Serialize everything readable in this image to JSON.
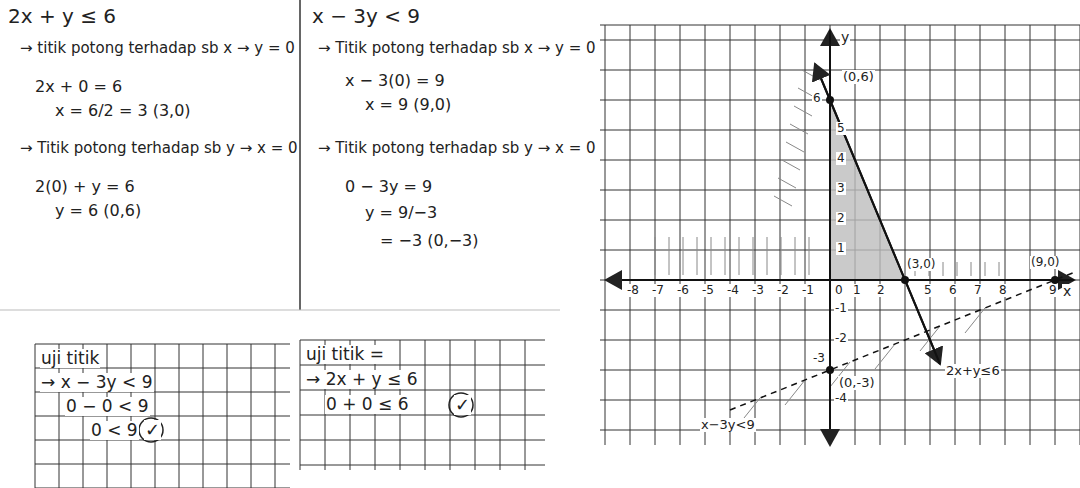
{
  "diagram": {
    "labels": [
      "2x + y ≤ 6",
      "→ titik potong terhadap sb x → y = 0",
      "2x + 0 = 6",
      "x = 6/2 = 3  (3,0)",
      "→ Titik potong terhadap sb y → x = 0",
      "2(0) + y = 6",
      "y = 6  (0,6)",
      "x − 3y < 9",
      "→ Titik potong terhadap sb x → y = 0",
      "x − 3(0) = 9",
      "x = 9  (9,0)",
      "→ Titik potong terhadap sb y → x = 0",
      "0 − 3y = 9",
      "y = 9/−3",
      "= −3  (0,−3)",
      "uji titik",
      "→ x − 3y < 9",
      "0 − 0 < 9",
      "0 < 9",
      "✓",
      "uji titik =",
      "→ 2x + y ≤ 6",
      "0 + 0 ≤ 6",
      "✓",
      "-8",
      "-7",
      "-6",
      "-5",
      "-4",
      "-3",
      "-2",
      "-1",
      "0",
      "1",
      "2",
      "(3,0)",
      "5",
      "6",
      "7",
      "8",
      "9",
      "(9,0)",
      "x",
      "y",
      "6",
      "5",
      "4",
      "3",
      "2",
      "1",
      "-1",
      "-2",
      "-3",
      "-4",
      "(0,6)",
      "(0,-3)",
      "2x+y≤6",
      "x−3y<9"
    ]
  }
}
